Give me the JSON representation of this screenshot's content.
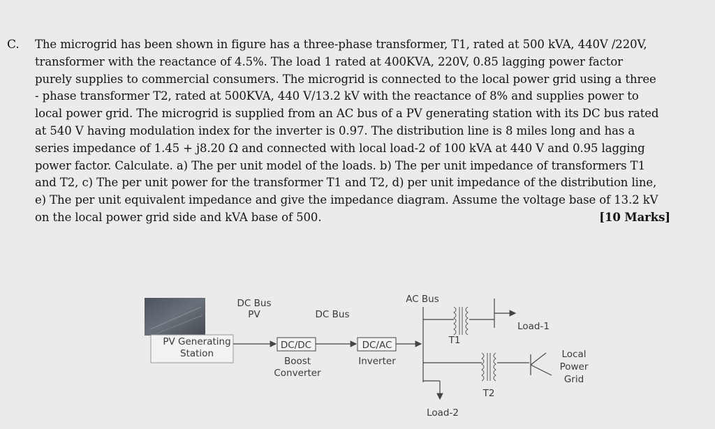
{
  "question": {
    "letter": "C.",
    "lines": [
      "The microgrid has been shown in figure has a three-phase transformer, T1, rated at 500 kVA, 440V /220V,",
      "transformer with the reactance of 4.5%. The load 1 rated at 400KVA, 220V, 0.85 lagging power factor",
      "purely supplies to commercial consumers. The microgrid is connected to the local power grid using a three",
      "- phase transformer T2, rated at 500KVA, 440 V/13.2 kV with the reactance of 8% and supplies power to",
      "local power grid. The microgrid is supplied from an AC bus of a PV generating station with its DC bus rated",
      "at 540 V having modulation index for the inverter is 0.97. The distribution line is 8 miles long and has a",
      "series impedance of 1.45 + j8.20 Ω and connected with local load-2 of 100 kVA at 440 V and 0.95 lagging",
      "power factor. Calculate. a) The per unit model of the loads. b) The per unit impedance of transformers T1",
      "and T2, c) The per unit power for the transformer T1 and T2, d) per unit impedance of the distribution line,",
      "e) The per unit equivalent impedance and give the impedance diagram. Assume the voltage base of 13.2 kV"
    ],
    "last_line": "on the local power grid side and kVA base of 500.",
    "marks": "[10 Marks]"
  },
  "diagram": {
    "pv_station": "PV Generating\nStation",
    "dc_bus_pv": "DC Bus\nPV",
    "dc_bus": "DC Bus",
    "dcdc": "DC/DC",
    "boost": "Boost\nConverter",
    "dcac": "DC/AC",
    "inverter": "Inverter",
    "ac_bus": "AC Bus",
    "t1": "T1",
    "t2": "T2",
    "load1": "Load-1",
    "load2": "Load-2",
    "local_grid": "Local\nPower\nGrid"
  }
}
